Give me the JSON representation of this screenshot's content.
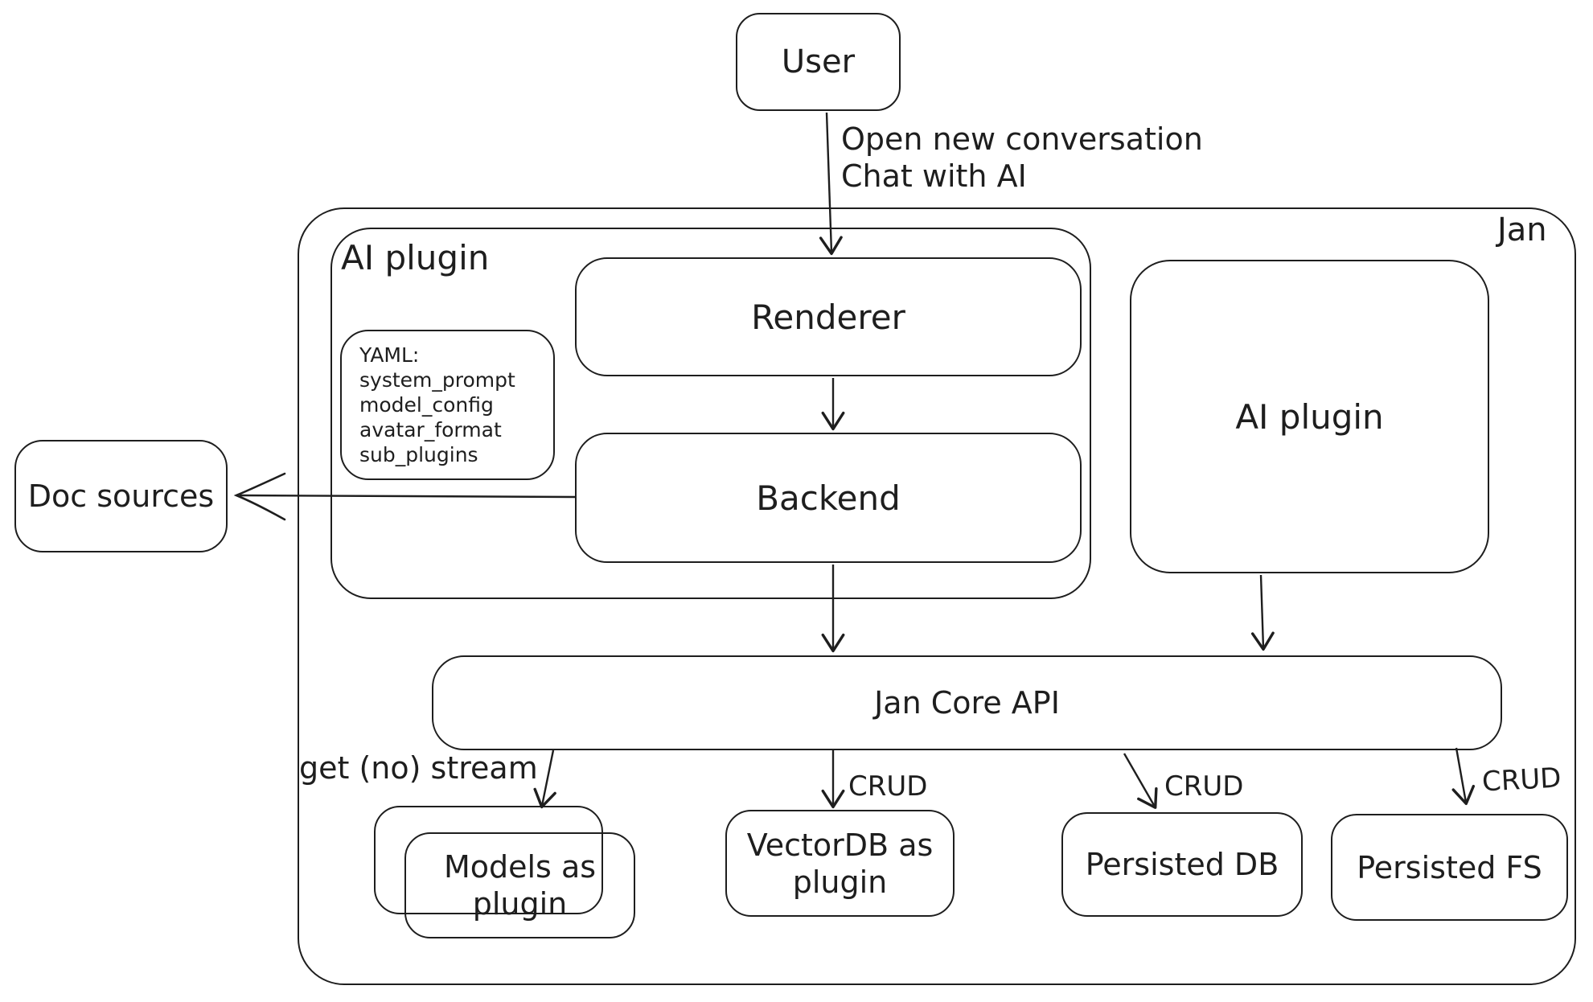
{
  "canvas": {
    "background": "#ffffff",
    "stroke_color": "#1e1e1e"
  },
  "nodes": {
    "user": {
      "label": "User"
    },
    "jan": {
      "label": "Jan"
    },
    "ai_plugin_group": {
      "label": "AI plugin"
    },
    "yaml_note": {
      "lines": [
        "YAML:",
        "system_prompt",
        "model_config",
        "avatar_format",
        "sub_plugins"
      ]
    },
    "renderer": {
      "label": "Renderer"
    },
    "backend": {
      "label": "Backend"
    },
    "doc_sources": {
      "label": "Doc sources"
    },
    "ai_plugin_right": {
      "label": "AI plugin"
    },
    "jan_core_api": {
      "label": "Jan Core API"
    },
    "models_plugin": {
      "lines": [
        "Models as",
        "plugin"
      ]
    },
    "vectordb_plugin": {
      "lines": [
        "VectorDB as",
        "plugin"
      ]
    },
    "persisted_db": {
      "label": "Persisted DB"
    },
    "persisted_fs": {
      "label": "Persisted FS"
    }
  },
  "edges": {
    "user_to_renderer": {
      "lines": [
        "Open new conversation",
        "Chat with AI"
      ]
    },
    "core_to_models": {
      "label": "get (no) stream"
    },
    "core_to_vectordb": {
      "label": "CRUD"
    },
    "core_to_persisted_db": {
      "label": "CRUD"
    },
    "core_to_persisted_fs": {
      "label": "CRUD"
    }
  }
}
